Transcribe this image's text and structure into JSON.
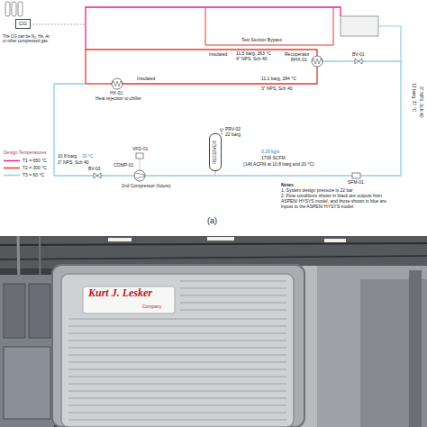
{
  "diagram": {
    "nodes": [
      {
        "text": [
          "CG"
        ]
      },
      {
        "text": [
          "RECEIVER"
        ]
      }
    ],
    "labels": [
      "The CG can be N₂, He, Ar, or other compressed gas.",
      "Test Section Bypass",
      "11.5 barg, 363 °C",
      "4\" NPS, Sch 40",
      "Insulated",
      "Recuperator",
      "RHX-01",
      "BV-01",
      "Insulated",
      "11.1 barg, 284 °C",
      "3\" NPS, Sch 40",
      "HX-01",
      "Heat rejection to chiller",
      "10.8 barg,",
      "20 °C",
      "3\" NPS, Sch 40",
      "BV-03",
      "VFD-01",
      "COMP-01",
      "2nd Compressor (future)",
      "PRV-02",
      "22 barg",
      "0.26 kg/s",
      "1706 SCFM",
      "(146 ACFM at 10.8 barg and 20 °C)",
      "SFM-01",
      "12 barg, 37 °C",
      "3\" NPS, Sch 40",
      "Design Temperatures",
      "Notes",
      "1. System design pressure is 22 bar",
      "2. Flow conditions shown in black are outputs from ASPEN/ HYSYS model, and those shown in blue are inputs to the ASPEN/ HYSYS model",
      "(a)",
      "Kurt J. Lesker",
      "Company"
    ],
    "legend": [
      {
        "text": "T1 = 650 °C",
        "color": "#e6228c"
      },
      {
        "text": "T2 = 300 °C",
        "color": "#e8372c"
      },
      {
        "text": "T3 = 60 °C",
        "color": "#8fd0e6"
      }
    ]
  }
}
